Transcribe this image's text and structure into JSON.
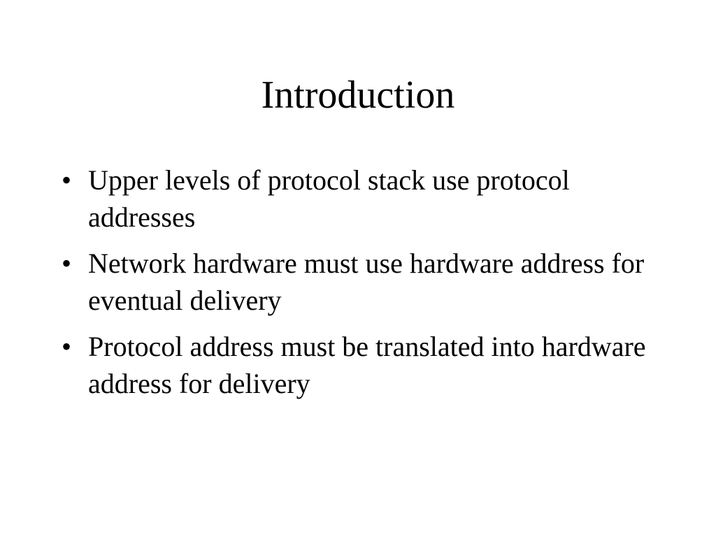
{
  "slide": {
    "title": "Introduction",
    "bullet_glyph": "•",
    "bullets": [
      "Upper levels of protocol stack use protocol addresses",
      "Network hardware must use hardware address for eventual delivery",
      "Protocol address must be translated into hardware address for delivery"
    ]
  }
}
